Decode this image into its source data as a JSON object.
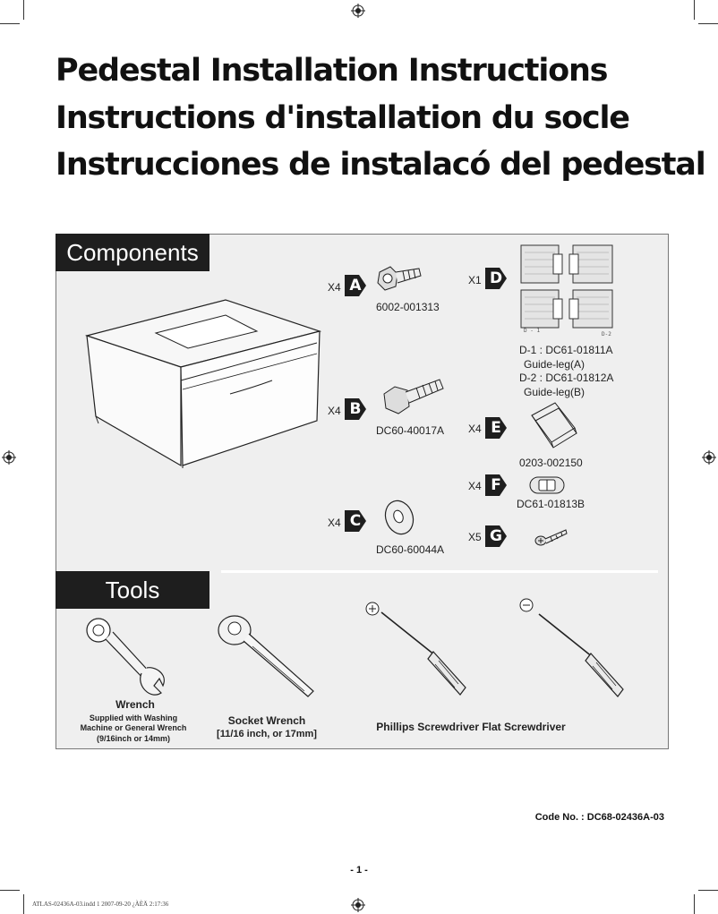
{
  "title": {
    "line1": "Pedestal Installation Instructions",
    "line2": "Instructions d'installation du socle",
    "line3": "Instrucciones de instalacó del pedestal"
  },
  "components": {
    "heading": "Components",
    "items": [
      {
        "qty": "X4",
        "letter": "A",
        "part": "6002-001313"
      },
      {
        "qty": "X4",
        "letter": "B",
        "part": "DC60-40017A"
      },
      {
        "qty": "X4",
        "letter": "C",
        "part": "DC60-60044A"
      },
      {
        "qty": "X1",
        "letter": "D",
        "lines": [
          "D-1 : DC61-01811A",
          "Guide-leg(A)",
          "D-2 : DC61-01812A",
          "Guide-leg(B)"
        ],
        "sub_labels": [
          "D - 1",
          "D-2"
        ]
      },
      {
        "qty": "X4",
        "letter": "E",
        "part": "0203-002150"
      },
      {
        "qty": "X4",
        "letter": "F",
        "part": "DC61-01813B"
      },
      {
        "qty": "X5",
        "letter": "G",
        "part": ""
      }
    ]
  },
  "tools": {
    "heading": "Tools",
    "wrench": {
      "title": "Wrench",
      "desc1": "Supplied with Washing",
      "desc2": "Machine or General Wrench",
      "desc3": "(9/16inch or 14mm)"
    },
    "socket": {
      "title": "Socket Wrench",
      "desc": "[11/16 inch, or 17mm]"
    },
    "screwdrivers": "Phillips Screwdriver Flat Screwdriver"
  },
  "footer": {
    "code": "Code No. : DC68-02436A-03",
    "page": "- 1 -",
    "slug": "ATLAS-02436A-03.indd   1 2007-09-20   ¿ÀÈÄ 2:17:36"
  },
  "colors": {
    "dark_header": "#1e1e1e",
    "panel_bg": "#efefef"
  }
}
